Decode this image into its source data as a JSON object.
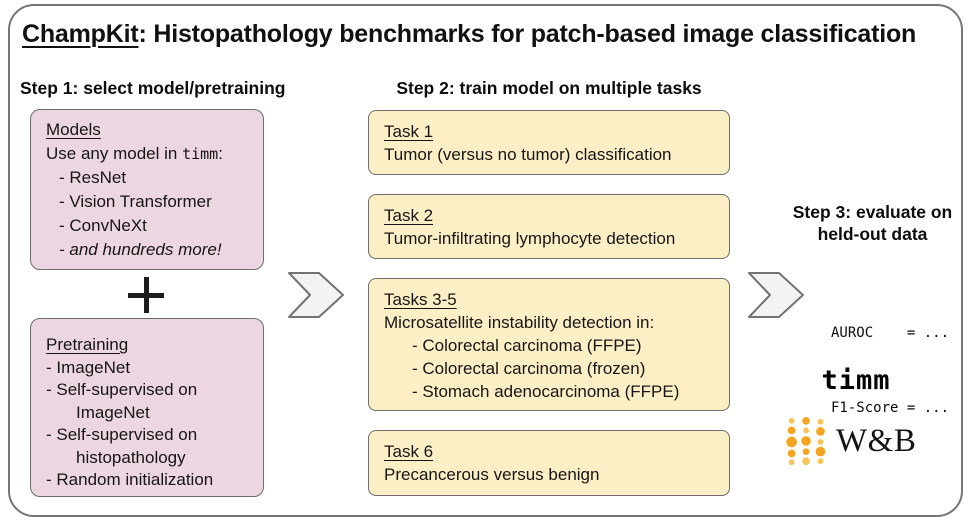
{
  "title": {
    "brand": "ChampKit",
    "rest": ": Histopathology benchmarks for patch-based image classification"
  },
  "colors": {
    "pink_box": "#ecd6e1",
    "yellow_box": "#fcefc5",
    "box_border": "#6d6d6d",
    "outer_border": "#757575",
    "arrow_fill": "#f3f3f3",
    "arrow_border": "#737373",
    "wandb_gold": "#f5a41f",
    "wandb_gold_light": "#fbc35c"
  },
  "icons": {
    "plus": "plus-icon",
    "chevron_arrow": "chevron-arrow-icon",
    "wandb_dots": "wandb-dots-icon"
  },
  "step1": {
    "heading": "Step 1: select model/pretraining",
    "models_box": {
      "heading": "Models",
      "line_pre": "Use any model in ",
      "line_code": "timm",
      "line_post": ":",
      "bullets": [
        "- ResNet",
        "- Vision Transformer",
        "- ConvNeXt"
      ],
      "bullet_italic": "- and hundreds more!"
    },
    "pretraining_box": {
      "heading": "Pretraining",
      "lines": [
        "- ImageNet",
        "- Self-supervised on",
        "ImageNet",
        "- Self-supervised on",
        "histopathology",
        "- Random initialization"
      ]
    }
  },
  "step2": {
    "heading": "Step 2: train model on multiple tasks",
    "tasks": [
      {
        "heading": "Task 1",
        "line": "Tumor (versus no tumor) classification"
      },
      {
        "heading": "Task 2",
        "line": "Tumor-infiltrating lymphocyte detection"
      },
      {
        "heading": "Tasks 3-5",
        "line": "Microsatellite instability detection in:",
        "bullets": [
          "- Colorectal carcinoma (FFPE)",
          "- Colorectal carcinoma (frozen)",
          "- Stomach adenocarcinoma (FFPE)"
        ]
      },
      {
        "heading": "Task 6",
        "line": "Precancerous versus benign"
      }
    ]
  },
  "step3": {
    "heading_line1": "Step 3: evaluate on",
    "heading_line2": "held-out data",
    "metrics_line1": "AUROC    = ...",
    "metrics_line2": "F1-Score = ...",
    "timm_logo": "timm",
    "wandb_logo": "W&B"
  }
}
